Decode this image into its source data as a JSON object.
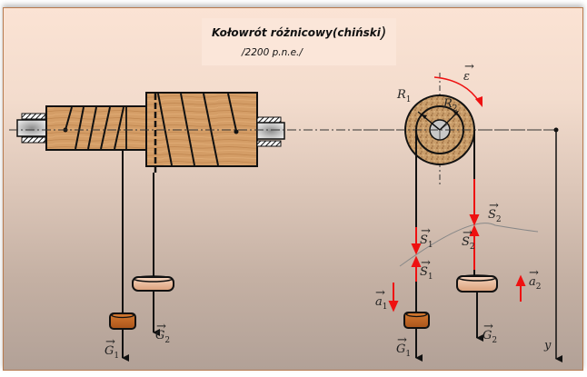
{
  "title": {
    "main": "Kołowrót różnicowy(chiński",
    "closing_paren": ")",
    "date": "/2200 p.n.e./"
  },
  "labels": {
    "R1": {
      "sym": "R",
      "sub": "1"
    },
    "R2": {
      "sym": "R",
      "sub": "2"
    },
    "epsilon": {
      "sym": "ε",
      "vec": "→"
    },
    "S1_down": {
      "sym": "S",
      "sub": "1",
      "vec": "→"
    },
    "S1_up": {
      "sym": "S",
      "sub": "1",
      "vec": "→"
    },
    "S2_down": {
      "sym": "S",
      "sub": "2",
      "vec": "→"
    },
    "S2_up": {
      "sym": "S",
      "sub": "2",
      "vec": "→"
    },
    "a1": {
      "sym": "a",
      "sub": "1",
      "vec": "→"
    },
    "a2": {
      "sym": "a",
      "sub": "2",
      "vec": "→"
    },
    "G1_left": {
      "sym": "G",
      "sub": "1",
      "vec": "→"
    },
    "G2_left": {
      "sym": "G",
      "sub": "2",
      "vec": "→"
    },
    "G1_right": {
      "sym": "G",
      "sub": "1",
      "vec": "→"
    },
    "G2_right": {
      "sym": "G",
      "sub": "2",
      "vec": "→"
    },
    "y_axis": "y"
  },
  "colors": {
    "force_arrow": "#ee1111",
    "wood": "#d39a63",
    "cork": "#c4935d",
    "weight1": "#c0651f",
    "weight2": "#e9b999",
    "frame_border": "#b87b4f"
  }
}
